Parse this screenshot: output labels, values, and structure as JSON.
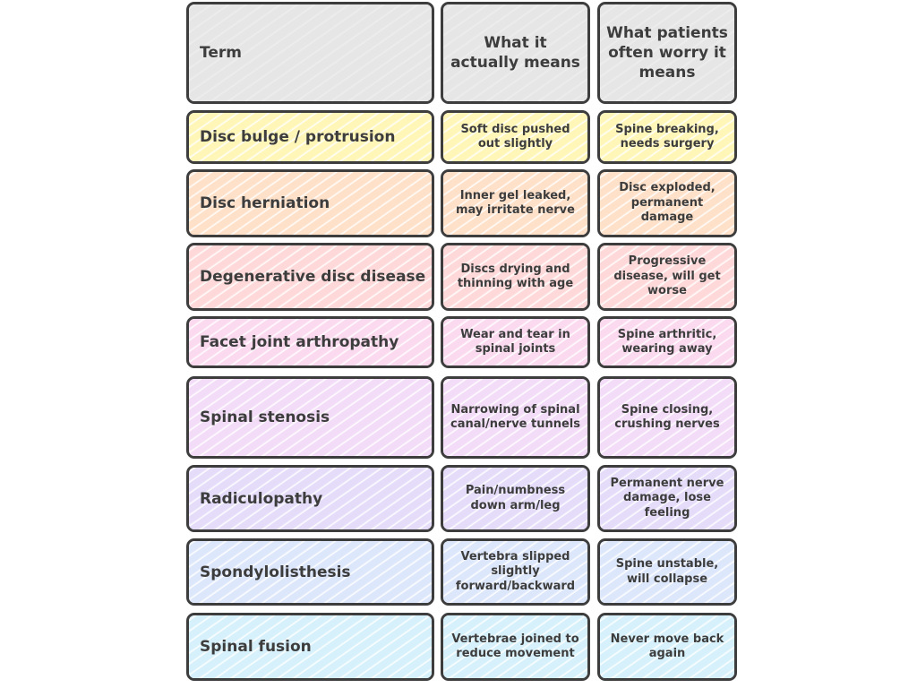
{
  "header": {
    "term": "Term",
    "actual": "What it actually means",
    "worry": "What patients often worry it means"
  },
  "colors": {
    "header": "#e6e6e6",
    "border": "#3d3d3d",
    "text": "#3d3d3d"
  },
  "rows": [
    {
      "term": "Disc bulge / protrusion",
      "actual": "Soft disc pushed out slightly",
      "worry": "Spine breaking, needs surgery",
      "color": "#fff6b8"
    },
    {
      "term": "Disc herniation",
      "actual": "Inner gel leaked, may irritate nerve",
      "worry": "Disc exploded, permanent damage",
      "color": "#ffe0c8"
    },
    {
      "term": "Degenerative disc disease",
      "actual": "Discs drying and thinning with age",
      "worry": "Progressive disease, will get worse",
      "color": "#ffd9d9"
    },
    {
      "term": "Facet joint arthropathy",
      "actual": "Wear and tear in spinal joints",
      "worry": "Spine arthritic, wearing away",
      "color": "#fbdaf0"
    },
    {
      "term": "Spinal stenosis",
      "actual": "Narrowing of spinal canal/nerve tunnels",
      "worry": "Spine closing, crushing nerves",
      "color": "#f3dcf8"
    },
    {
      "term": "Radiculopathy",
      "actual": "Pain/numbness down arm/leg",
      "worry": "Permanent nerve damage, lose feeling",
      "color": "#e5dcfa"
    },
    {
      "term": "Spondylolisthesis",
      "actual": "Vertebra slipped slightly forward/backward",
      "worry": "Spine unstable, will collapse",
      "color": "#dde7fb"
    },
    {
      "term": "Spinal fusion",
      "actual": "Vertebrae joined to reduce movement",
      "worry": "Never move back again",
      "color": "#d6f1fb"
    }
  ]
}
